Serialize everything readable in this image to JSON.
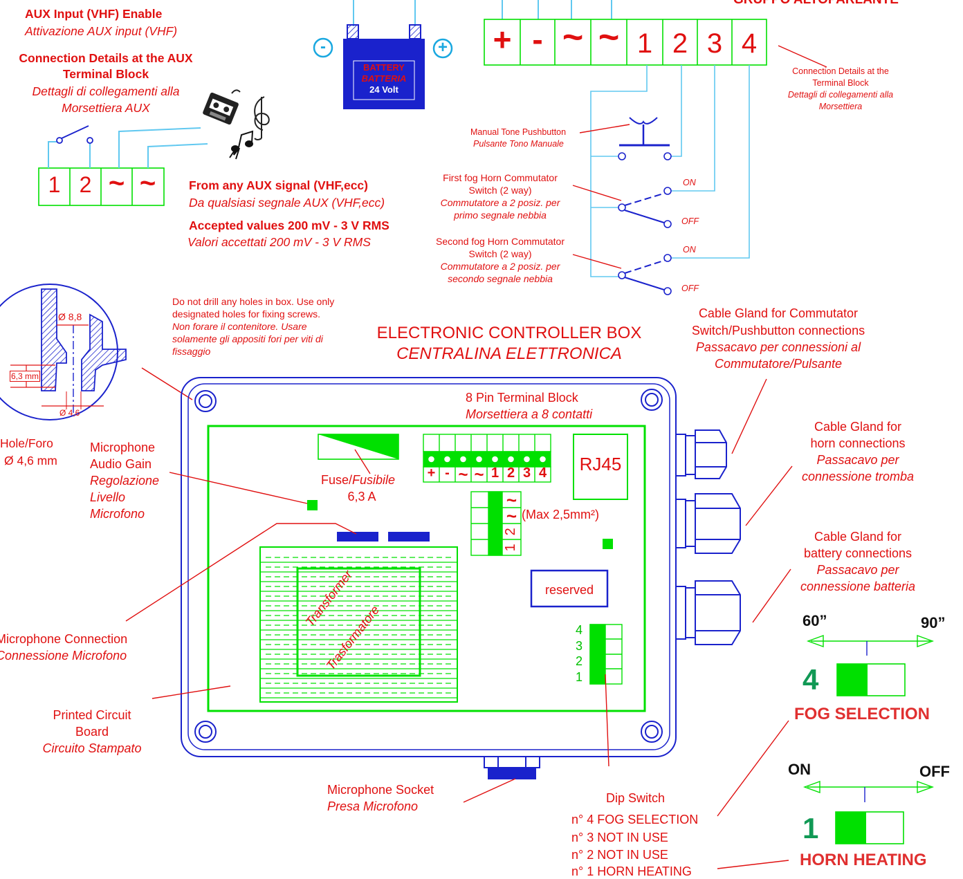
{
  "aux": {
    "enable_en": "AUX Input (VHF) Enable",
    "enable_it": "Attivazione AUX input (VHF)",
    "details_en_1": "Connection Details at the AUX",
    "details_en_2": "Terminal Block",
    "details_it_1": "Dettagli di collegamenti alla",
    "details_it_2": "Morsettiera AUX",
    "terminals": [
      "1",
      "2",
      "~",
      "~"
    ],
    "signal_en": "From any AUX signal (VHF,ecc)",
    "signal_it": "Da qualsiasi segnale AUX (VHF,ecc)",
    "values_en": "Accepted values 200 mV - 3 V RMS",
    "values_it": "Valori accettati 200 mV - 3 V RMS"
  },
  "battery": {
    "label_en": "BATTERY",
    "label_it": "BATTERIA",
    "voltage": "24 Volt",
    "minus": "-",
    "plus": "+"
  },
  "speaker": {
    "header_partial": "GRUPPO ALTOPARLANTE",
    "terminals": [
      "+",
      "-",
      "~",
      "~",
      "1",
      "2",
      "3",
      "4"
    ],
    "details_en_1": "Connection Details at the",
    "details_en_2": "Terminal Block",
    "details_it_1": "Dettagli di collegamenti alla",
    "details_it_2": "Morsettiera"
  },
  "switches": {
    "manual_en": "Manual Tone Pushbutton",
    "manual_it": "Pulsante Tono Manuale",
    "first_en_1": "First fog Horn Commutator",
    "first_en_2": "Switch (2 way)",
    "first_it_1": "Commutatore a 2 posiz. per",
    "first_it_2": "primo segnale nebbia",
    "second_en_1": "Second fog Horn Commutator",
    "second_en_2": "Switch (2 way)",
    "second_it_1": "Commutatore a 2 posiz. per",
    "second_it_2": "secondo segnale nebbia",
    "on": "ON",
    "off": "OFF"
  },
  "hole": {
    "d_outer": "Ø 8,8",
    "depth": "6,3 mm",
    "d_inner": "Ø 4,6",
    "label_1": "Hole/Foro",
    "label_2": "Ø 4,6 mm"
  },
  "warning": {
    "en_1": "Do not drill any holes in box. Use only",
    "en_2": "designated holes for fixing screws.",
    "it_1": "Non forare il contenitore. Usare",
    "it_2": "solamente gli appositi fori per viti di",
    "it_3": "fissaggio"
  },
  "box": {
    "title_en": "ELECTRONIC CONTROLLER BOX",
    "title_it": "CENTRALINA ELETTRONICA",
    "terminal_en": "8 Pin Terminal Block",
    "terminal_it": "Morsettiera a 8 contatti",
    "terminals": [
      "+",
      "-",
      "~",
      "~",
      "1",
      "2",
      "3",
      "4"
    ],
    "rj45": "RJ45",
    "fuse_en": "Fuse/",
    "fuse_it": "Fusibile",
    "fuse_value": "6,3 A",
    "aux_terminals": [
      "~",
      "~",
      "2",
      "1"
    ],
    "max_wire": "(Max 2,5mm²)",
    "reserved": "reserved",
    "transformer_en": "Transformer",
    "transformer_it": "Trasformatore",
    "dip_numbers": [
      "4",
      "3",
      "2",
      "1"
    ]
  },
  "labels": {
    "mic_gain_1": "Microphone",
    "mic_gain_2": "Audio Gain",
    "mic_gain_3": "Regolazione",
    "mic_gain_4": "Livello",
    "mic_gain_5": "Microfono",
    "mic_conn_en": "Microphone Connection",
    "mic_conn_it": "Connessione Microfono",
    "pcb_1": "Printed Circuit",
    "pcb_2": "Board",
    "pcb_3": "Circuito Stampato",
    "mic_socket_en": "Microphone Socket",
    "mic_socket_it": "Presa Microfono",
    "dip_switch": "Dip Switch",
    "dip_list": [
      "n° 4 FOG SELECTION",
      "n° 3 NOT IN USE",
      "n° 2 NOT IN USE",
      "n° 1 HORN HEATING"
    ]
  },
  "glands": {
    "commutator_en_1": "Cable Gland for Commutator",
    "commutator_en_2": "Switch/Pushbutton connections",
    "commutator_it_1": "Passacavo per connessioni al",
    "commutator_it_2": "Commutatore/Pulsante",
    "horn_en_1": "Cable Gland for",
    "horn_en_2": "horn connections",
    "horn_it_1": "Passacavo per",
    "horn_it_2": "connessione tromba",
    "battery_en_1": "Cable Gland for",
    "battery_en_2": "battery connections",
    "battery_it_1": "Passacavo per",
    "battery_it_2": "connessione batteria"
  },
  "fog": {
    "left": "60”",
    "right": "90”",
    "number": "4",
    "title": "FOG SELECTION"
  },
  "heating": {
    "left": "ON",
    "right": "OFF",
    "number": "1",
    "title": "HORN HEATING"
  },
  "colors": {
    "green": "#00e000",
    "red": "#e01010",
    "blue": "#1a22cc",
    "cyan": "#60c8f0",
    "dark_green": "#119955"
  }
}
